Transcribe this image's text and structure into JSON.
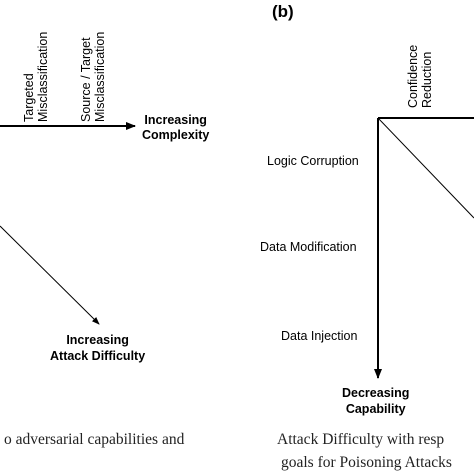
{
  "panel_b": {
    "label": "(b)"
  },
  "left_diagram": {
    "top_labels": [
      {
        "line1": "Targeted",
        "line2": "Misclassification"
      },
      {
        "line1": "Source / Target",
        "line2": "Misclassification"
      }
    ],
    "horizontal_axis": {
      "line1": "Increasing",
      "line2": "Complexity"
    },
    "diagonal_axis": {
      "line1": "Increasing",
      "line2": "Attack Difficulty"
    },
    "caption": "o adversarial capabilities and"
  },
  "right_diagram": {
    "top_labels": [
      {
        "line1": "Confidence",
        "line2": "Reduction"
      }
    ],
    "left_labels": [
      "Logic Corruption",
      "Data Modification",
      "Data Injection"
    ],
    "vertical_axis": {
      "line1": "Decreasing",
      "line2": "Capability"
    },
    "caption_line1": "Attack Difficulty with resp",
    "caption_line2": "goals for Poisoning Attacks"
  }
}
